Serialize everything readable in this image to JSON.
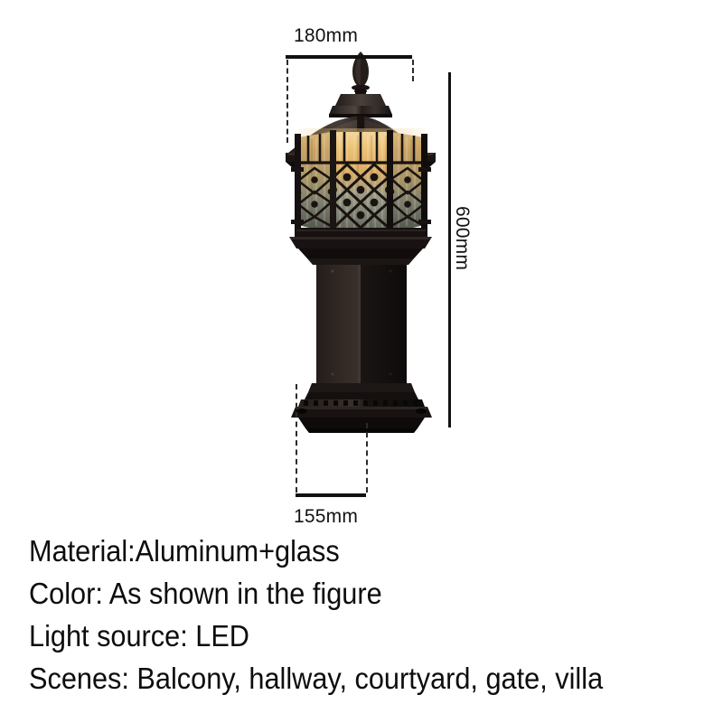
{
  "product": {
    "type": "outdoor-pillar-lamp-dimension-diagram",
    "name": "Outdoor lawn / pillar post light"
  },
  "dimensions": {
    "width_top": {
      "label": "180mm",
      "value": 180,
      "unit": "mm",
      "axis": "horizontal",
      "position": "top"
    },
    "height": {
      "label": "600mm",
      "value": 600,
      "unit": "mm",
      "axis": "vertical",
      "position": "right"
    },
    "width_base": {
      "label": "155mm",
      "value": 155,
      "unit": "mm",
      "axis": "horizontal",
      "position": "bottom"
    }
  },
  "specs": [
    {
      "key": "Material",
      "text": "Material:Aluminum+glass"
    },
    {
      "key": "Color",
      "text": "Color: As shown in the figure"
    },
    {
      "key": "Light source",
      "text": "Light source: LED"
    },
    {
      "key": "Scenes",
      "text": "Scenes: Balcony, hallway, courtyard, gate, villa"
    }
  ],
  "colors": {
    "background": "#ffffff",
    "text": "#0d0d0d",
    "dimension_line": "#111111",
    "body_dark": "#120f0e",
    "body_mid": "#2a2321",
    "body_light": "#463a35",
    "glass_amber": "#e8b864",
    "glass_amber_bright": "#f6dea2",
    "glass_cool": "#b6b6a8",
    "glass_cool_dark": "#6e6f64"
  }
}
